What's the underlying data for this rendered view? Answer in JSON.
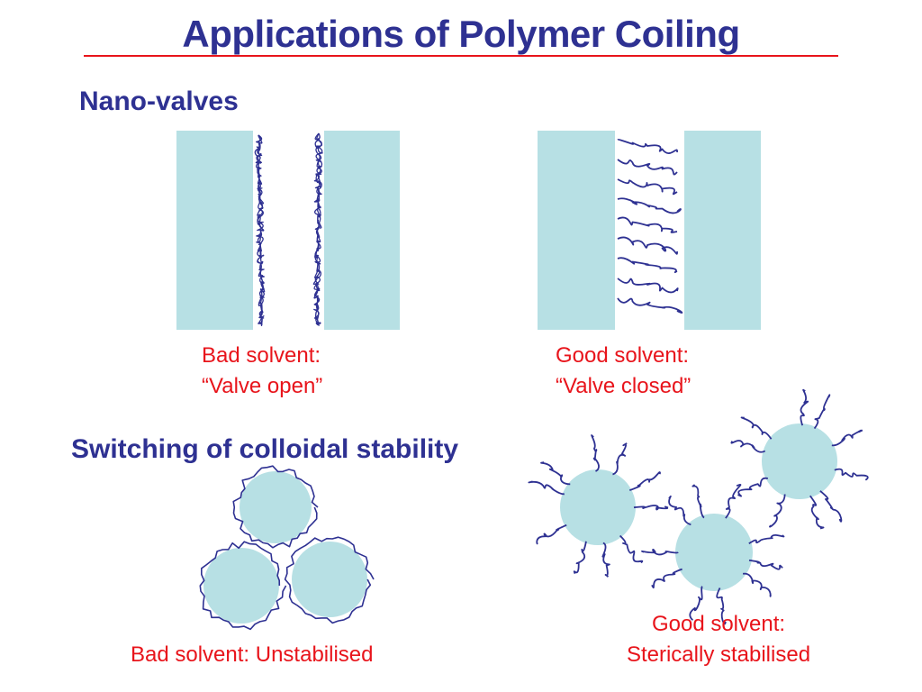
{
  "title": "Applications of Polymer Coiling",
  "sections": {
    "nano_valves": {
      "heading": "Nano-valves",
      "bad_caption_line1": "Bad solvent:",
      "bad_caption_line2": "“Valve open”",
      "good_caption_line1": "Good solvent:",
      "good_caption_line2": "“Valve closed”"
    },
    "colloidal": {
      "heading": "Switching of colloidal stability",
      "bad_caption": "Bad solvent: Unstabilised",
      "good_caption_line1": "Good solvent:",
      "good_caption_line2": "Sterically stabilised"
    }
  },
  "colors": {
    "title": "#2e3192",
    "heading": "#2e3192",
    "caption": "#e8141b",
    "rule": "#e8141b",
    "surface": "#b7e0e4",
    "polymer": "#2e3192"
  }
}
